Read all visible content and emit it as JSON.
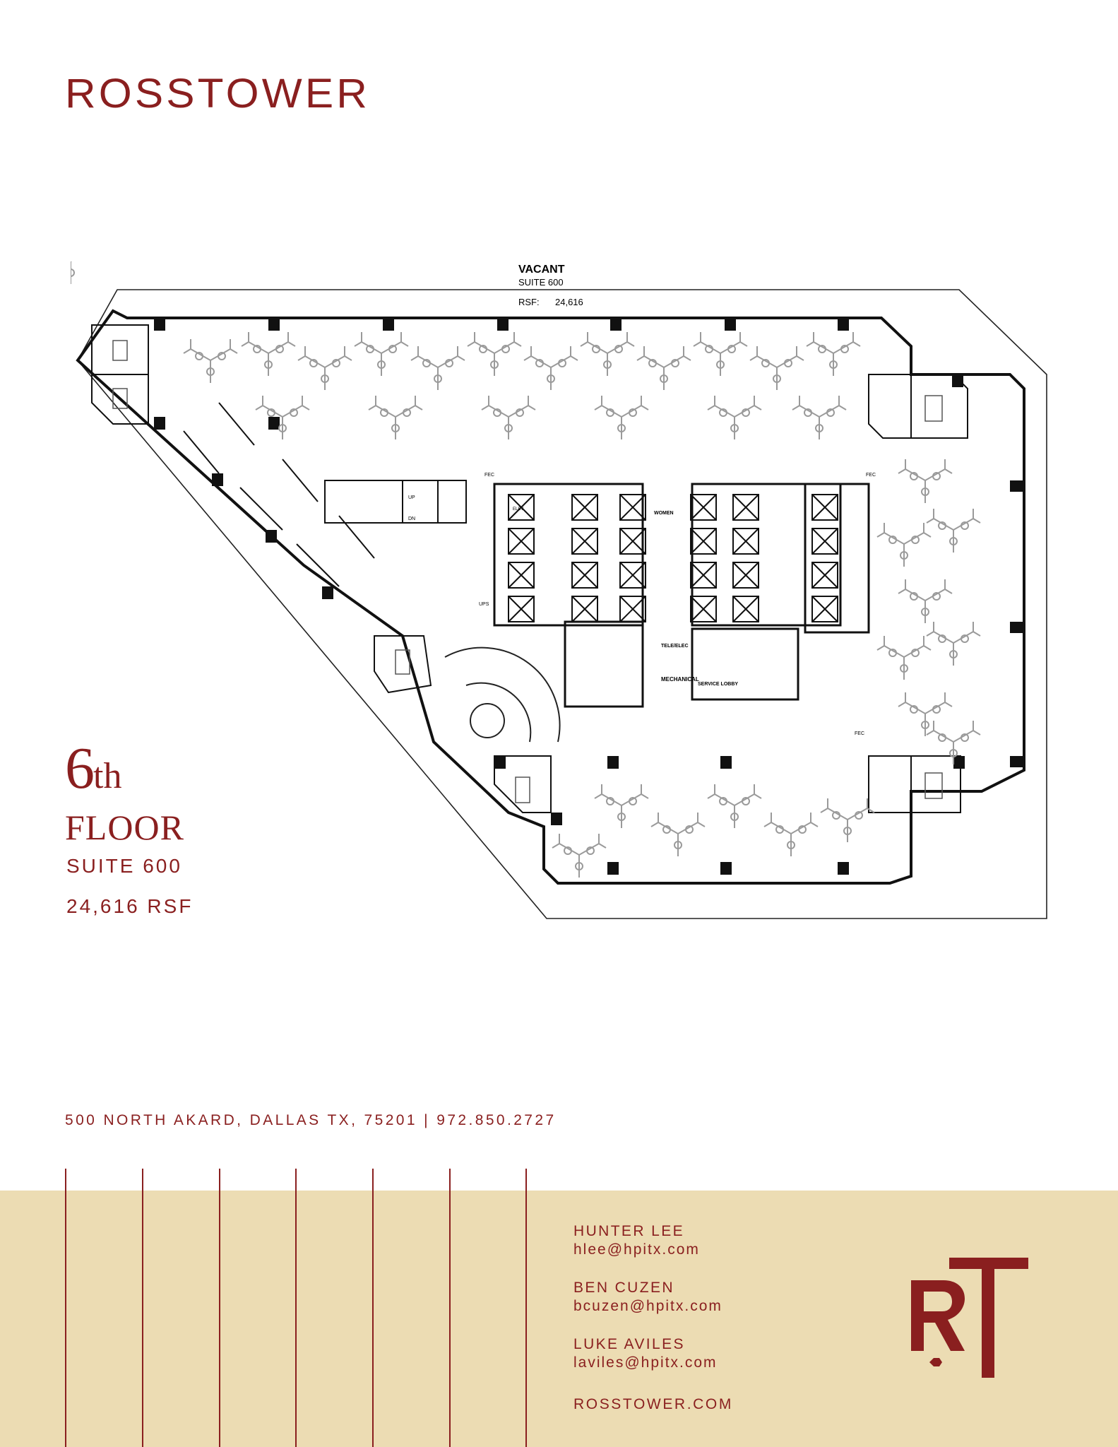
{
  "brand": {
    "logo_text": "ROSSTOWER",
    "monogram": "RT",
    "color": "#8a1f1f",
    "footer_color": "#ecdcb3"
  },
  "plan": {
    "status": "VACANT",
    "suite": "SUITE  600",
    "rsf_label": "RSF:",
    "rsf_value": "24,616",
    "labels": {
      "fec": "FEC",
      "ups": "UPS",
      "mechanical": "MECHANICAL",
      "tele_elec": "TELE/ELEC",
      "service_lobby": "SERVICE LOBBY",
      "women": "WOMEN",
      "up": "UP",
      "dn": "DN",
      "elev": "ELEV"
    }
  },
  "floor": {
    "number": "6",
    "suffix": "th",
    "word": "FLOOR",
    "suite": "SUITE 600",
    "rsf": "24,616 RSF"
  },
  "address": "500 NORTH AKARD, DALLAS TX, 75201  |  972.850.2727",
  "contacts": [
    {
      "name": "HUNTER LEE",
      "email": "hlee@hpitx.com"
    },
    {
      "name": "BEN CUZEN",
      "email": "bcuzen@hpitx.com"
    },
    {
      "name": "LUKE AVILES",
      "email": "laviles@hpitx.com"
    }
  ],
  "website": "ROSSTOWER.COM"
}
